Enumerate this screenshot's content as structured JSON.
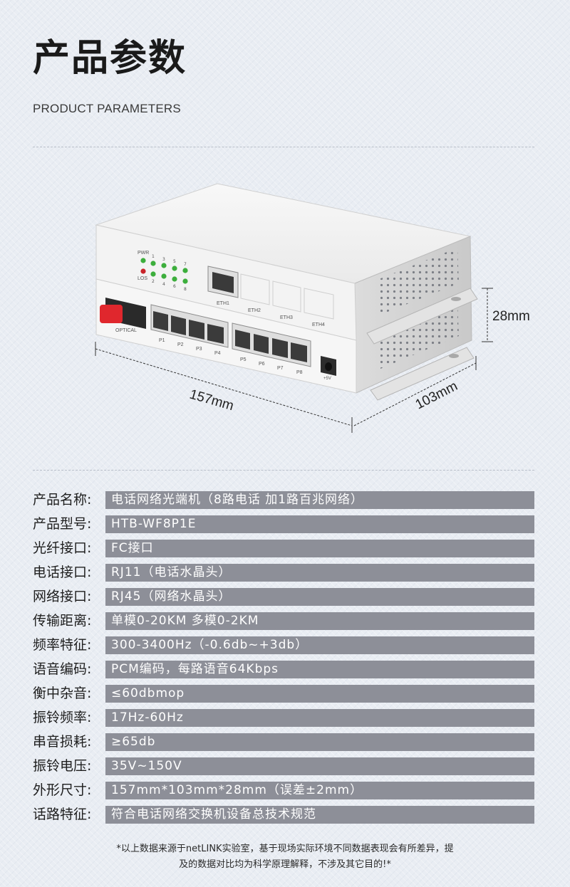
{
  "header": {
    "title": "产品参数",
    "subtitle": "PRODUCT PARAMETERS"
  },
  "device": {
    "optical_label": "OPTICAL",
    "indicators": [
      "PWR",
      "LOS",
      "1",
      "2",
      "3",
      "4",
      "5",
      "6",
      "7",
      "8"
    ],
    "eth_labels": [
      "ETH1",
      "ETH2",
      "ETH3",
      "ETH4"
    ],
    "port_labels": [
      "P1",
      "P2",
      "P3",
      "P4",
      "P5",
      "P6",
      "P7",
      "P8"
    ],
    "power_label": "+5V",
    "dimensions": {
      "length": "157mm",
      "width": "103mm",
      "height": "28mm"
    }
  },
  "specs": [
    {
      "label": "产品名称:",
      "value": "电话网络光端机（8路电话 加1路百兆网络）"
    },
    {
      "label": "产品型号:",
      "value": "HTB-WF8P1E"
    },
    {
      "label": "光纤接口:",
      "value": "FC接口"
    },
    {
      "label": "电话接口:",
      "value": "RJ11（电话水晶头）"
    },
    {
      "label": "网络接口:",
      "value": "RJ45（网络水晶头）"
    },
    {
      "label": "传输距离:",
      "value": "单模0-20KM  多模0-2KM"
    },
    {
      "label": "频率特征:",
      "value": "300-3400Hz（-0.6db~+3db）"
    },
    {
      "label": "语音编码:",
      "value": "PCM编码，每路语音64Kbps"
    },
    {
      "label": "衡中杂音:",
      "value": "≤60dbmop"
    },
    {
      "label": "振铃频率:",
      "value": "17Hz-60Hz"
    },
    {
      "label": "串音损耗:",
      "value": "≥65db"
    },
    {
      "label": "振铃电压:",
      "value": "35V~150V"
    },
    {
      "label": "外形尺寸:",
      "value": "157mm*103mm*28mm（误差±2mm）"
    },
    {
      "label": "话路特征:",
      "value": "符合电话网络交换机设备总技术规范"
    }
  ],
  "footnote": {
    "line1": "*以上数据来源于netLINK实验室，基于现场实际环境不同数据表现会有所差异，提",
    "line2": "及的数据对比均为科学原理解释，不涉及其它目的!*"
  }
}
